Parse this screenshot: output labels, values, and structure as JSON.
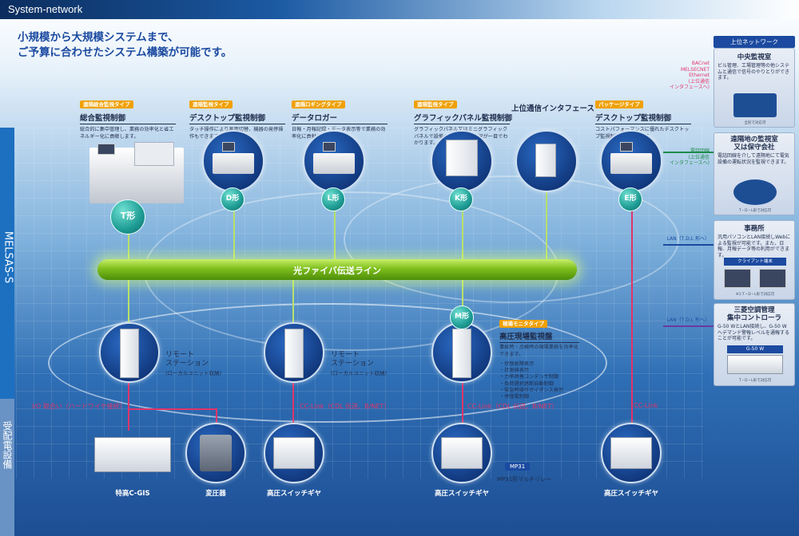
{
  "header": {
    "title": "System-network"
  },
  "headline": {
    "line1": "小規模から大規模システムまで、",
    "line2": "ご予算に合わせたシステム構築が可能です。"
  },
  "side": {
    "melsas": "MELSAS-S",
    "power": "受配電設備"
  },
  "systems": [
    {
      "tag": "遠隔総合監視タイプ",
      "name": "総合監視制御",
      "desc": "総合的に集中管理し、業務の効率化と省エネルギー化に貢献します。",
      "badge": "T形"
    },
    {
      "tag": "遠隔監視タイプ",
      "name": "デスクトップ監視制御",
      "desc": "タッチ操作により画面切替、機器の発停操作もできます。",
      "badge": "D形"
    },
    {
      "tag": "遠隔ロギングタイプ",
      "name": "データロガー",
      "desc": "日報・月報記録・データ表示等で業務の効率化に貢献します。",
      "badge": "L形"
    },
    {
      "tag": "遠隔監視タイプ",
      "name": "グラフィックパネル監視制御",
      "desc": "グラフィックパネル又はミニグラフィックパネルで設備の運転・故障状況が一目でわかります。",
      "badge": "K形"
    },
    {
      "tag": "",
      "name": "上位通信インタフェース",
      "desc": "",
      "badge": ""
    },
    {
      "tag": "パッケージタイプ",
      "name": "デスクトップ監視制御",
      "desc": "コストパフォーマンスに優れたデスクトップ監視制御システムです。",
      "badge": "E形"
    }
  ],
  "fiber": {
    "label": "光ファイバ伝送ライン"
  },
  "remote": {
    "label1": "リモート",
    "label2": "ステーション",
    "sub": "(ローカルユニット収納)"
  },
  "m_panel": {
    "badge": "M形",
    "tag": "現場モニタタイプ",
    "name": "高圧現場監視盤",
    "desc": "事故時・点検時の現場業務を効率化できます。",
    "bullets": [
      "・状態故障表示",
      "・計測値表示",
      "・力率改善コンデンサ制御",
      "・負荷選択遮断自動制御",
      "・緊急時操作ガイダンス表示",
      "・停復電制御"
    ]
  },
  "connections": {
    "io": "I/O 取合い（ハードワイヤ接続）",
    "cc1": "CC-Link（CDL 伝送、B/NET）",
    "cc2": "CC-Link（CDL 伝送、B/NET）",
    "cc3": "CC-Link"
  },
  "equipment": [
    "特高C-GIS",
    "変圧器",
    "高圧スイッチギヤ",
    "高圧スイッチギヤ",
    "高圧スイッチギヤ"
  ],
  "mp31": {
    "tag": "MP31",
    "label": "MP31形マルチリレー"
  },
  "right": {
    "upper_net": "上位ネットワーク",
    "bacnet": [
      "BACnet",
      "MELSECNET",
      "Ethernet",
      "(上位通信",
      "インタフェースへ)"
    ],
    "central": {
      "title": "中央監視室",
      "desc": "ビル管理、工場管理等の他システムと通信で信号のやりとりができます。",
      "note": "全形で対応可"
    },
    "phone": [
      "電話回線",
      "(上位通信",
      "インタフェースへ)"
    ],
    "maint": {
      "title1": "遠隔地の監視室",
      "title2": "又は保守会社",
      "desc": "電話回線を介して遠隔地にて電気設備の運転状況を監視できます。",
      "note": "T・D・L形で対応可"
    },
    "lan1": "LAN（T,D,L 形へ）",
    "office": {
      "title": "事務所",
      "desc": "汎用パソコンとLAN接続しWebによる監視が可能です。また、日報、月報データ等の利用ができます。",
      "client": "クライアント端末",
      "note": "※1:T・D・L形で対応可"
    },
    "lan2": "LAN（T,D,L 形へ）",
    "hvac": {
      "title1": "三菱空調管理",
      "title2": "集中コントローラ",
      "desc": "G-50 WとLAN接続し、G-50 Wへデマンド警報レベルを通報することが可能です。",
      "device": "G-50 W",
      "note": "T・D・L形で対応可"
    }
  }
}
